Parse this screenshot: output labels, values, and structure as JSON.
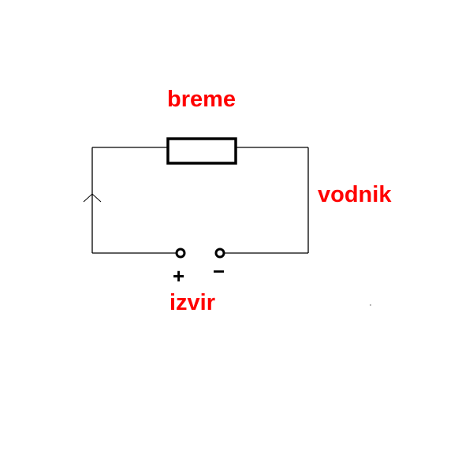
{
  "labels": {
    "load": "breme",
    "conductor": "vodnik",
    "source": "izvir"
  },
  "terminals": {
    "positive": "+",
    "negative": "−"
  },
  "colors": {
    "label": "#ff0000",
    "wire": "#000000"
  }
}
